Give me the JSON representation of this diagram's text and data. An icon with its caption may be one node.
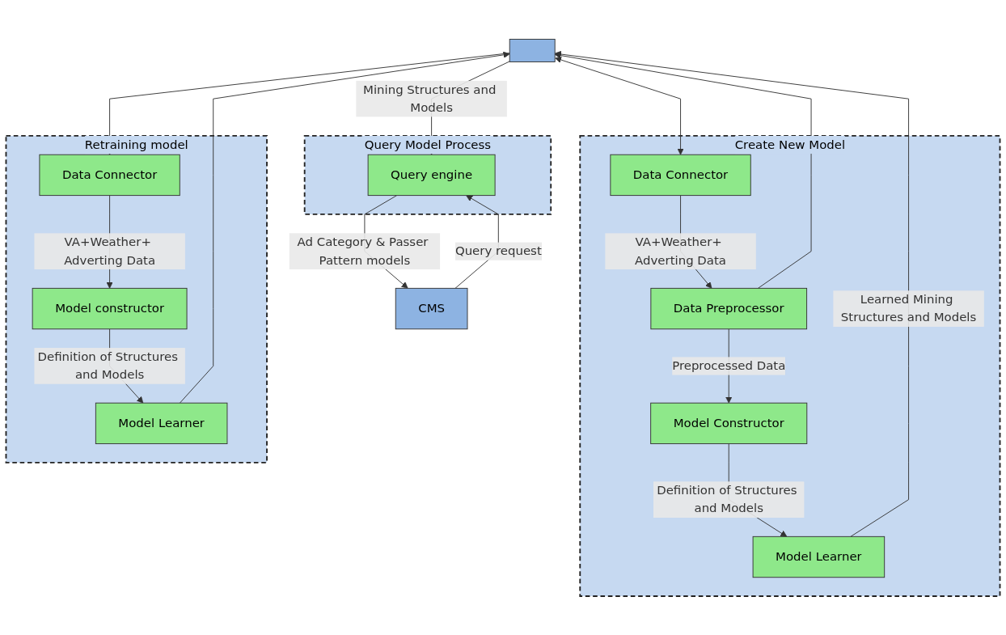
{
  "diagram": {
    "nodes": [
      {
        "text": [],
        "shape": "box"
      },
      {
        "text": [
          "CMS"
        ]
      },
      {
        "text": [
          "Create New Model"
        ]
      },
      {
        "text": [
          "Data Connector"
        ],
        "in": 2
      },
      {
        "text": [
          "Data Preprocessor"
        ],
        "in": 2
      },
      {
        "text": [
          "Model Constructor"
        ],
        "in": 2
      },
      {
        "text": [
          "Model Learner"
        ],
        "in": 2
      },
      {
        "text": [
          "Retraining model"
        ]
      },
      {
        "text": [
          "Data Connector"
        ],
        "in": 7
      },
      {
        "text": [
          "Model constructor"
        ],
        "in": 7
      },
      {
        "text": [
          "Model Learner"
        ],
        "in": 7
      },
      {
        "text": [
          "Query Model Process"
        ]
      },
      {
        "text": [
          "Query engine"
        ],
        "in": 11
      }
    ],
    "edges": [
      {
        "from": 0,
        "to": 3,
        "arrow": "both"
      },
      {
        "from": 4,
        "to": 0,
        "arrow": "to"
      },
      {
        "from": 3,
        "to": 4,
        "arrow": "to",
        "label": "VA+Weather+ Adverting Data"
      },
      {
        "from": 4,
        "to": 5,
        "arrow": "to",
        "label": "Preprocessed Data"
      },
      {
        "from": 5,
        "to": 6,
        "arrow": "to",
        "label": "Definition of Structures and Models"
      },
      {
        "from": 6,
        "to": 0,
        "arrow": "to",
        "label": "Learned Mining Structures and Models"
      },
      {
        "from": 0,
        "to": 8,
        "arrow": "to"
      },
      {
        "from": 8,
        "to": 9,
        "arrow": "to",
        "label": "VA+Weather+ Adverting Data"
      },
      {
        "from": 9,
        "to": 10,
        "arrow": "to",
        "label": "Definition of Structures and Models"
      },
      {
        "from": 10,
        "to": 0,
        "arrow": "to"
      },
      {
        "from": 0,
        "to": 12,
        "arrow": "to",
        "label": "Mining Structures and Models"
      },
      {
        "from": 1,
        "to": 12,
        "arrow": "to",
        "label": "Query request"
      },
      {
        "from": 12,
        "to": 1,
        "arrow": "to",
        "label": "Ad Category & Passer Pattern models"
      }
    ]
  }
}
